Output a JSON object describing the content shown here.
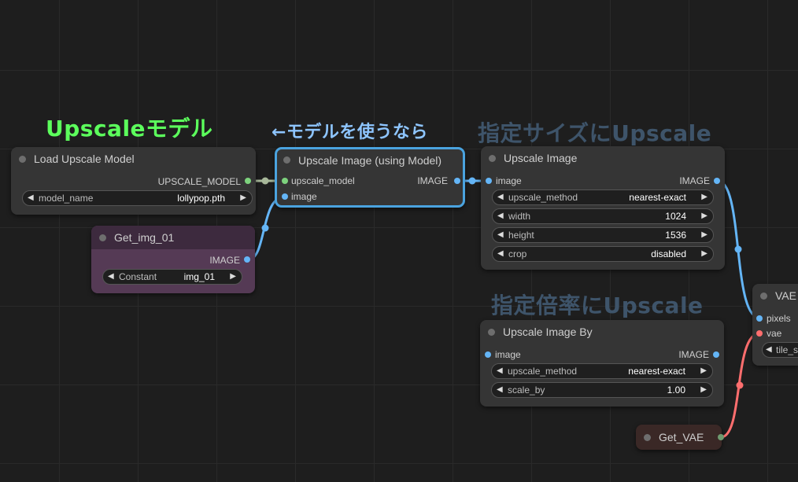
{
  "annotations": {
    "model_label": "Upscaleモデル",
    "use_model_note": "←モデルを使うなら",
    "size_note": "指定サイズにUpscale",
    "scale_note": "指定倍率にUpscale"
  },
  "colors": {
    "image_link": "#64b5f6",
    "model_link": "#a8b89a",
    "vae_link": "#ff6e6e",
    "model_slot": "#7dd27d",
    "selection_outline": "#4aa3df",
    "annot_green": "#5cff5c",
    "annot_blue": "#8ec5ff",
    "annot_slate": "#3e546a"
  },
  "nodes": {
    "load_upscale_model": {
      "title": "Load Upscale Model",
      "output": "UPSCALE_MODEL",
      "widget_label": "model_name",
      "widget_value": "lollypop.pth"
    },
    "get_img": {
      "title": "Get_img_01",
      "output": "IMAGE",
      "widget_label": "Constant",
      "widget_value": "img_01"
    },
    "upscale_with_model": {
      "title": "Upscale Image (using Model)",
      "input_model": "upscale_model",
      "input_image": "image",
      "output": "IMAGE"
    },
    "upscale_image": {
      "title": "Upscale Image",
      "input_image": "image",
      "output": "IMAGE",
      "widgets": [
        {
          "label": "upscale_method",
          "value": "nearest-exact"
        },
        {
          "label": "width",
          "value": "1024"
        },
        {
          "label": "height",
          "value": "1536"
        },
        {
          "label": "crop",
          "value": "disabled"
        }
      ]
    },
    "upscale_image_by": {
      "title": "Upscale Image By",
      "input_image": "image",
      "output": "IMAGE",
      "widgets": [
        {
          "label": "upscale_method",
          "value": "nearest-exact"
        },
        {
          "label": "scale_by",
          "value": "1.00"
        }
      ]
    },
    "vae_encode": {
      "title": "VAE",
      "input_pixels": "pixels",
      "input_vae": "vae",
      "widget_label": "tile_s"
    },
    "get_vae": {
      "title": "Get_VAE"
    }
  }
}
